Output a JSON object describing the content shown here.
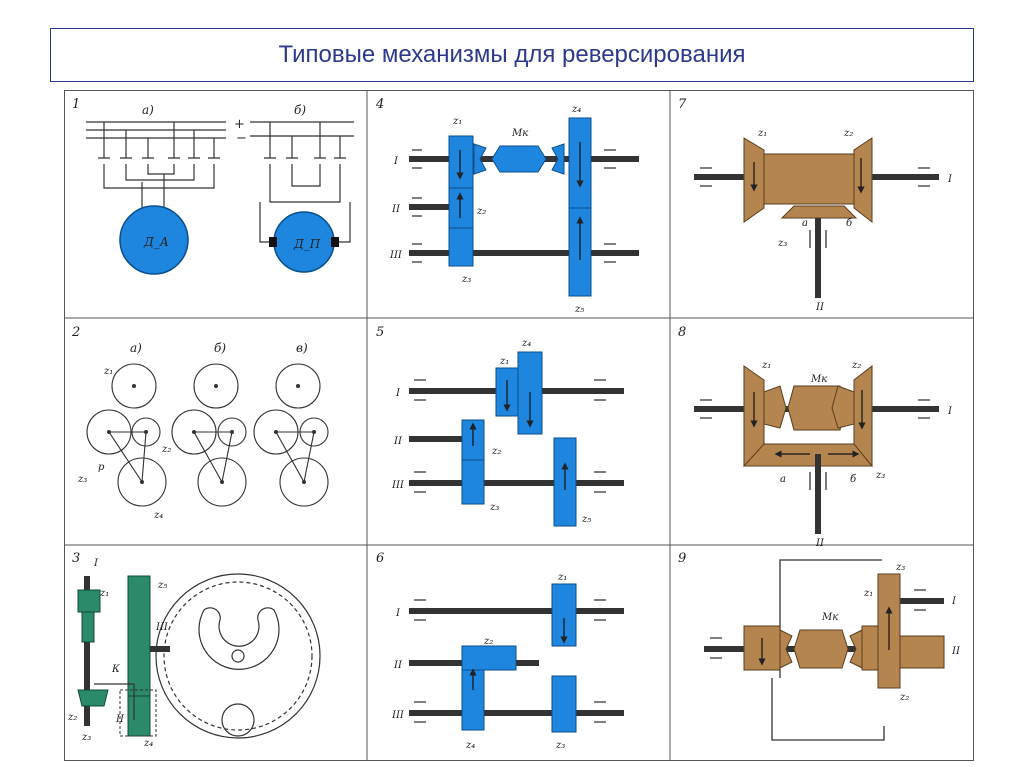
{
  "title": "Типовые механизмы для реверсирования",
  "colors": {
    "blue": "#1f86e0",
    "brown": "#b5854f",
    "accent": "#2b3a8c",
    "green": "#2a8a6a",
    "shaft": "#333333"
  },
  "cells": [
    {
      "num": "1",
      "sub_a": "а)",
      "sub_b": "б)",
      "plus": "+",
      "minus": "−",
      "motor_a": "Д_А",
      "motor_b": "Д_П"
    },
    {
      "num": "4",
      "z1": "z₁",
      "z2": "z₂",
      "z3": "z₃",
      "z4": "z₄",
      "z5": "z₅",
      "mk": "Mк",
      "I": "I",
      "II": "II",
      "III": "III"
    },
    {
      "num": "7",
      "z1": "z₁",
      "z2": "z₂",
      "z3": "z₃",
      "a": "а",
      "b": "б",
      "I": "I",
      "II": "II"
    },
    {
      "num": "2",
      "sub_a": "а)",
      "sub_b": "б)",
      "sub_c": "в)",
      "z1": "z₁",
      "z2": "z₂",
      "z3": "z₃",
      "z4": "z₄",
      "p": "р"
    },
    {
      "num": "5",
      "z1": "z₁",
      "z2": "z₂",
      "z3": "z₃",
      "z4": "z₄",
      "z5": "z₅",
      "I": "I",
      "II": "II",
      "III": "III"
    },
    {
      "num": "8",
      "z1": "z₁",
      "z2": "z₂",
      "z3": "z₃",
      "mk": "Mк",
      "a": "а",
      "b": "б",
      "I": "I",
      "II": "II"
    },
    {
      "num": "3",
      "z1": "z₁",
      "z2": "z₂",
      "z3": "z₃",
      "z4": "z₄",
      "z5": "z₅",
      "I": "I",
      "II": "II",
      "III": "III",
      "K": "К"
    },
    {
      "num": "6",
      "z1": "z₁",
      "z2": "z₂",
      "z3": "z₃",
      "z4": "z₄",
      "I": "I",
      "II": "II",
      "III": "III"
    },
    {
      "num": "9",
      "z1": "z₁",
      "z2": "z₂",
      "z3": "z₃",
      "mk": "Mк",
      "I": "I",
      "II": "II"
    }
  ]
}
